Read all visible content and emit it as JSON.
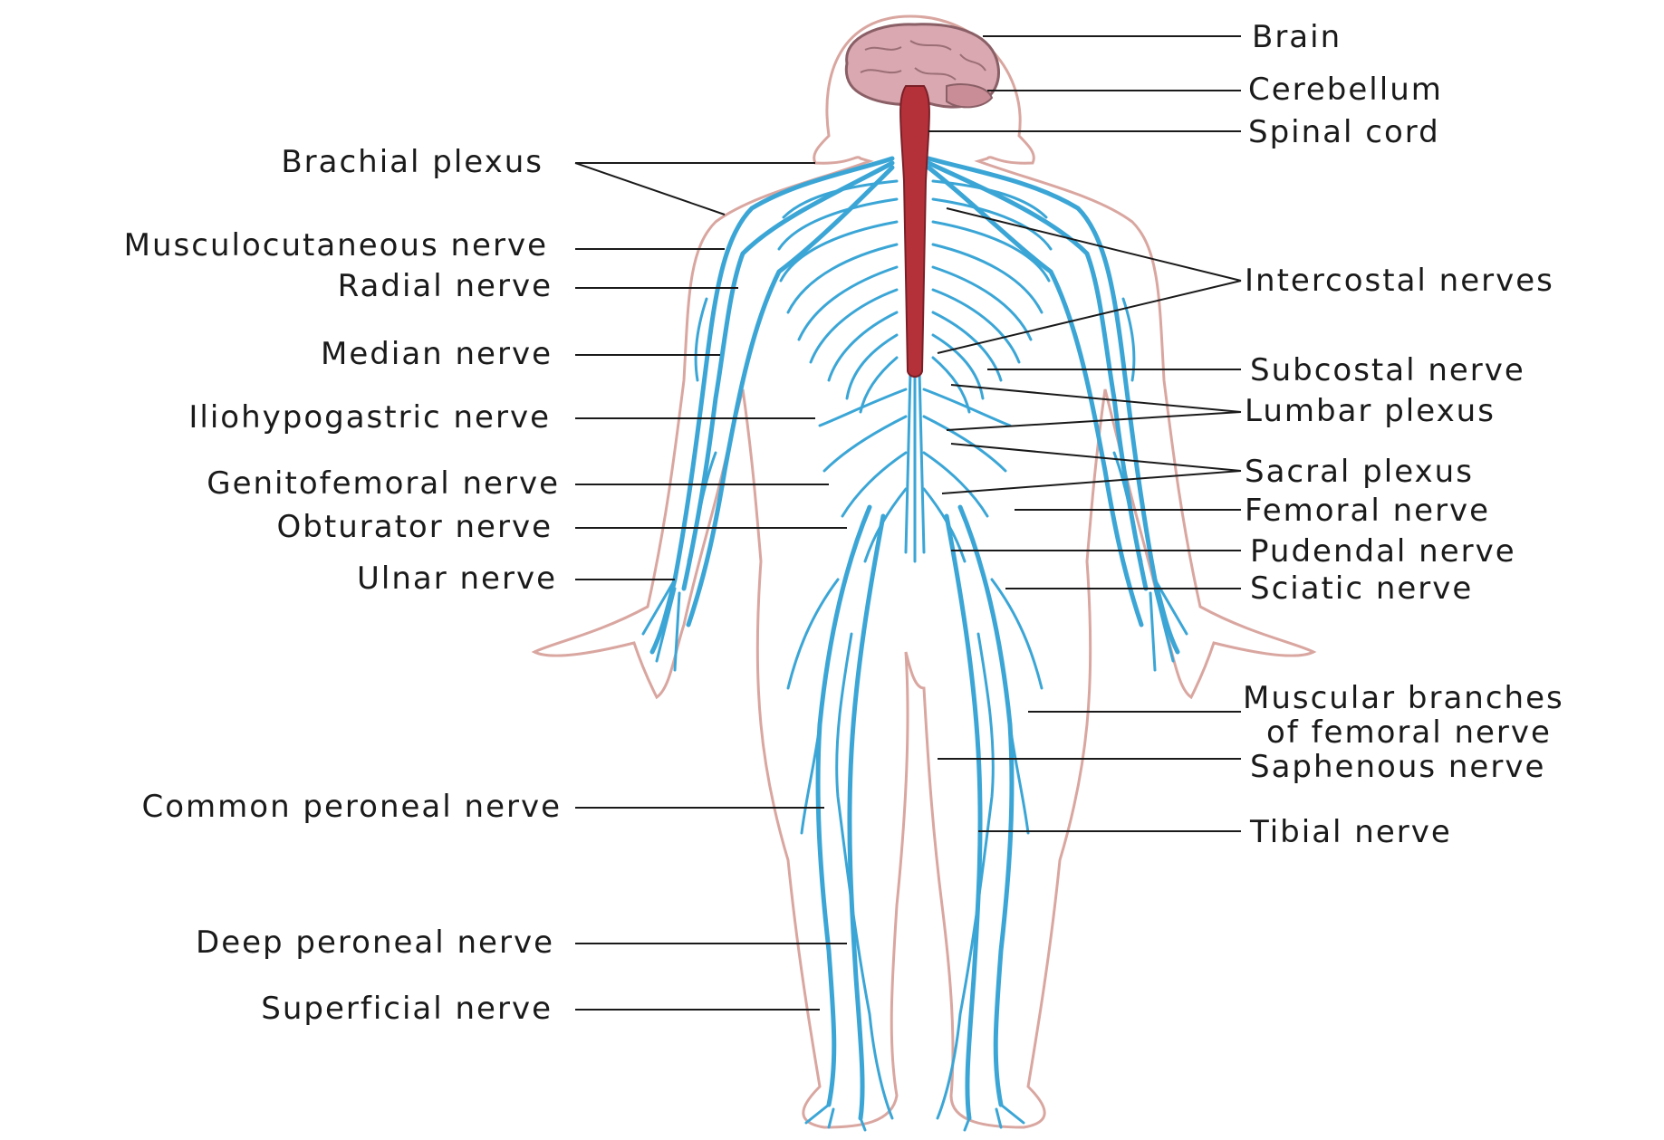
{
  "colors": {
    "nerve": "#3ba6d6",
    "spinal_cord": "#b5313a",
    "brain": "#d9a8b0",
    "outline": "#d9a6a0",
    "text": "#1a1a1a"
  },
  "labels": {
    "brain": "Brain",
    "cerebellum": "Cerebellum",
    "spinal_cord": "Spinal cord",
    "brachial_plexus": "Brachial plexus",
    "musculocutaneous_nerve": "Musculocutaneous nerve",
    "radial_nerve": "Radial nerve",
    "median_nerve": "Median nerve",
    "iliohypogastric_nerve": "Iliohypogastric nerve",
    "genitofemoral_nerve": "Genitofemoral nerve",
    "obturator_nerve": "Obturator nerve",
    "ulnar_nerve": "Ulnar nerve",
    "intercostal_nerves": "Intercostal nerves",
    "subcostal_nerve": "Subcostal nerve",
    "lumbar_plexus": "Lumbar plexus",
    "sacral_plexus": "Sacral plexus",
    "femoral_nerve": "Femoral nerve",
    "pudendal_nerve": "Pudendal nerve",
    "sciatic_nerve": "Sciatic nerve",
    "muscular_branches_line1": "Muscular branches",
    "muscular_branches_line2": "of femoral nerve",
    "saphenous_nerve": "Saphenous nerve",
    "tibial_nerve": "Tibial nerve",
    "common_peroneal_nerve": "Common peroneal nerve",
    "deep_peroneal_nerve": "Deep peroneal nerve",
    "superficial_nerve": "Superficial nerve"
  }
}
